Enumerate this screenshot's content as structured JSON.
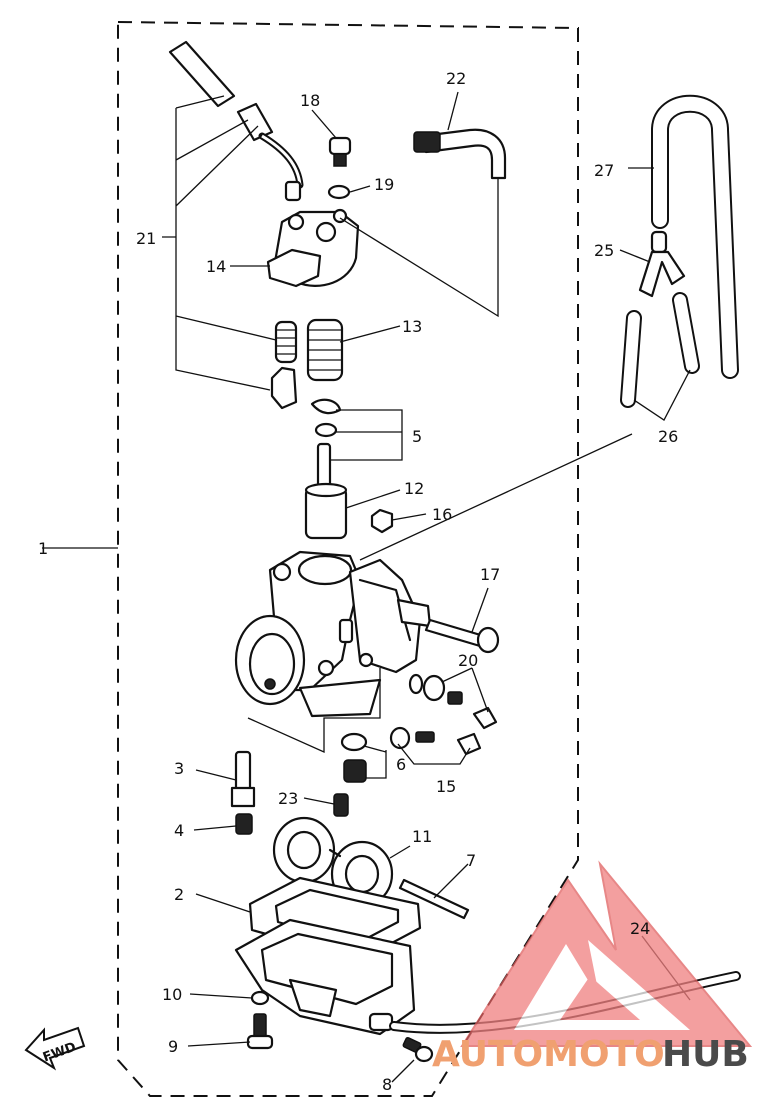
{
  "part_numbers": [
    "1",
    "2",
    "3",
    "4",
    "5",
    "6",
    "7",
    "8",
    "9",
    "10",
    "11",
    "12",
    "13",
    "14",
    "15",
    "16",
    "17",
    "18",
    "19",
    "20",
    "21",
    "22",
    "23",
    "24",
    "25",
    "26",
    "27"
  ],
  "fwd_label": "FWD",
  "watermark": {
    "part_a": "AUTOMOTO",
    "part_b": "HUB",
    "color_a": "#f0a070",
    "color_b": "#4a4a4a",
    "logo_color": "#f08080"
  }
}
